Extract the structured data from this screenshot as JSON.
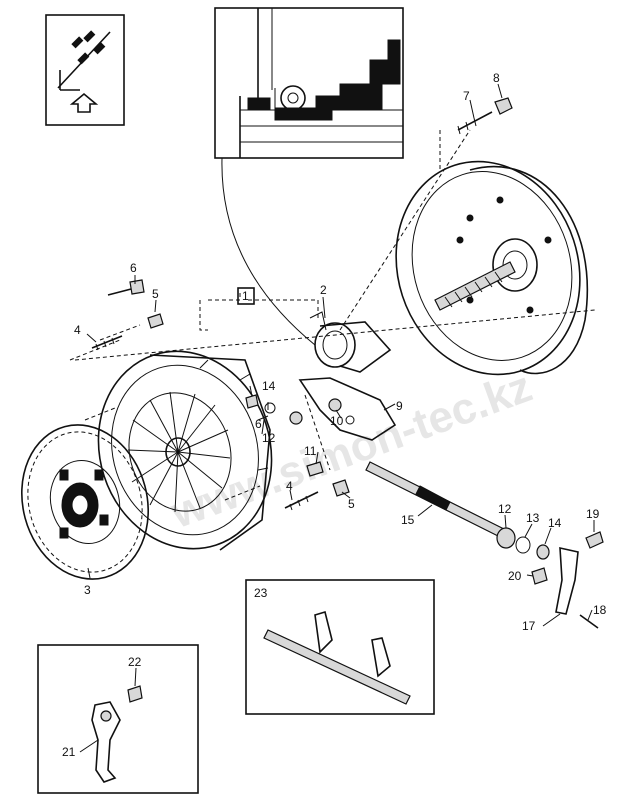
{
  "watermark": "www.simon-tec.kz",
  "callout_box_label": "1",
  "inset_23_label": "23",
  "part_labels": [
    {
      "id": "label-2",
      "text": "2"
    },
    {
      "id": "label-3",
      "text": "3"
    },
    {
      "id": "label-4-upper",
      "text": "4"
    },
    {
      "id": "label-4-lower",
      "text": "4"
    },
    {
      "id": "label-5-upper",
      "text": "5"
    },
    {
      "id": "label-5-lower",
      "text": "5"
    },
    {
      "id": "label-6-upper",
      "text": "6"
    },
    {
      "id": "label-6-lower",
      "text": "6"
    },
    {
      "id": "label-7",
      "text": "7"
    },
    {
      "id": "label-8",
      "text": "8"
    },
    {
      "id": "label-9",
      "text": "9"
    },
    {
      "id": "label-10",
      "text": "10"
    },
    {
      "id": "label-11",
      "text": "11"
    },
    {
      "id": "label-12-left",
      "text": "12"
    },
    {
      "id": "label-12-right",
      "text": "12"
    },
    {
      "id": "label-13",
      "text": "13"
    },
    {
      "id": "label-14-left",
      "text": "14"
    },
    {
      "id": "label-14-right",
      "text": "14"
    },
    {
      "id": "label-15",
      "text": "15"
    },
    {
      "id": "label-17",
      "text": "17"
    },
    {
      "id": "label-18",
      "text": "18"
    },
    {
      "id": "label-19",
      "text": "19"
    },
    {
      "id": "label-20",
      "text": "20"
    },
    {
      "id": "label-21",
      "text": "21"
    },
    {
      "id": "label-22",
      "text": "22"
    }
  ]
}
